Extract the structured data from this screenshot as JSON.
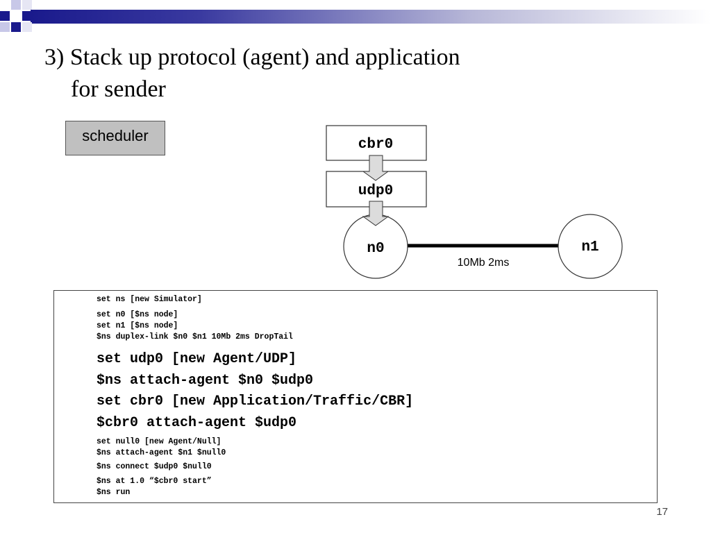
{
  "slide": {
    "title_line1": "3) Stack up protocol (agent) and application",
    "title_line2": "for sender",
    "page_number": "17"
  },
  "diagram": {
    "scheduler_label": "scheduler",
    "app_label": "cbr0",
    "agent_label": "udp0",
    "node0_label": "n0",
    "node1_label": "n1",
    "link_label": "10Mb 2ms"
  },
  "code": {
    "line_1": "set ns [new Simulator]",
    "line_2": "set n0 [$ns node]",
    "line_3": "set n1 [$ns node]",
    "line_4": "$ns duplex-link $n0 $n1 10Mb 2ms DropTail",
    "line_5": "set udp0 [new Agent/UDP]",
    "line_6": "$ns attach-agent $n0 $udp0",
    "line_7": "set cbr0 [new Application/Traffic/CBR]",
    "line_8": "$cbr0 attach-agent $udp0",
    "line_9": "set null0 [new Agent/Null]",
    "line_10": "$ns attach-agent $n1 $null0",
    "line_11": "$ns connect $udp0 $null0",
    "line_12": "$ns at 1.0 “$cbr0 start”",
    "line_13": "$ns run"
  },
  "colors": {
    "band_dark": "#1a1a8c",
    "band_light": "#ffffff",
    "scheduler_fill": "#c0c0c0"
  }
}
